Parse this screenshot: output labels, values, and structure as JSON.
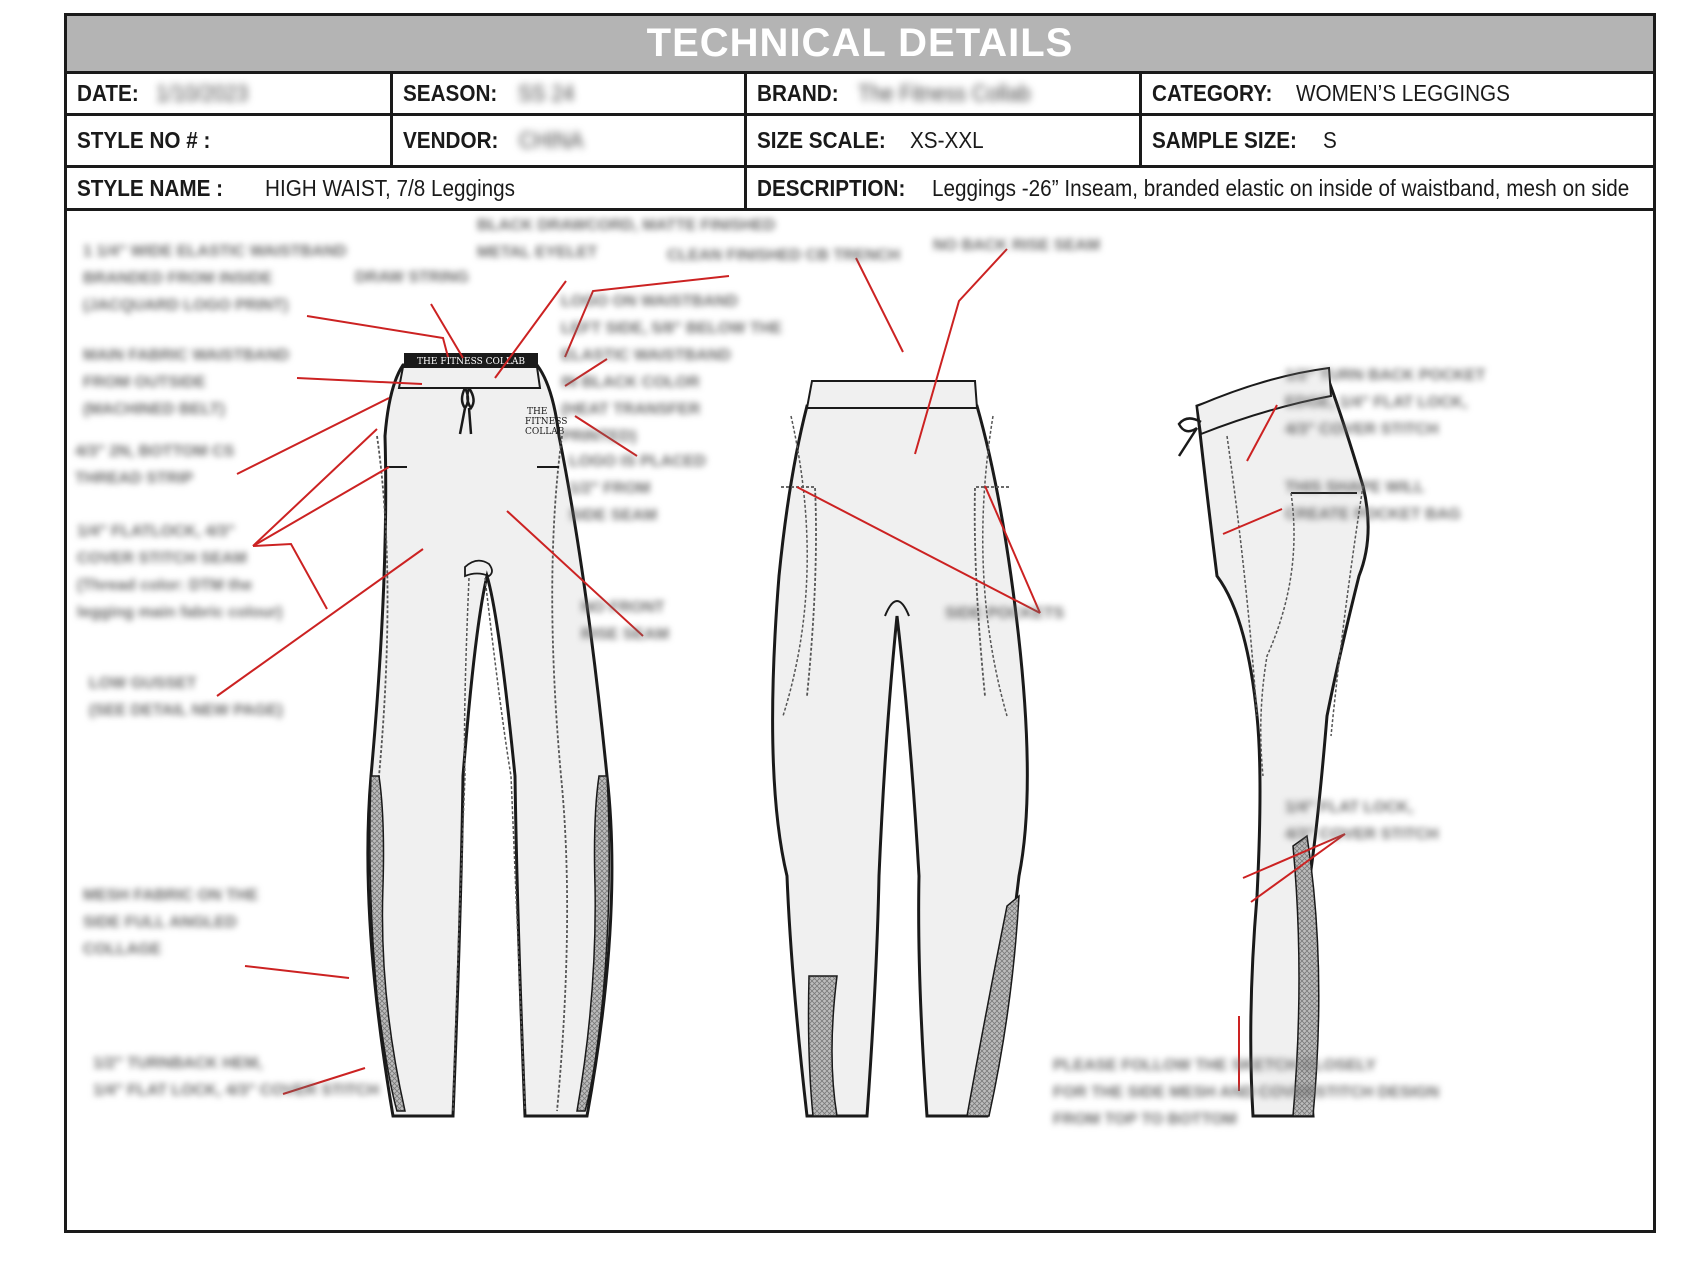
{
  "header": {
    "title": "TECHNICAL DETAILS"
  },
  "fields": {
    "date": {
      "label": "DATE:",
      "value": "1/10/2023"
    },
    "season": {
      "label": "SEASON:",
      "value": "SS 24"
    },
    "brand": {
      "label": "BRAND:",
      "value": "The Fitness Collab"
    },
    "category": {
      "label": "CATEGORY:",
      "value": "WOMEN’S LEGGINGS"
    },
    "style_no": {
      "label": "STYLE NO # :",
      "value": ""
    },
    "vendor": {
      "label": "VENDOR:",
      "value": "CHINA"
    },
    "size_scale": {
      "label": "SIZE SCALE:",
      "value": "XS-XXL"
    },
    "sample_size": {
      "label": "SAMPLE SIZE:",
      "value": "S"
    },
    "style_name": {
      "label": "STYLE NAME :",
      "value": "HIGH WAIST, 7/8 Leggings"
    },
    "description": {
      "label": "DESCRIPTION:",
      "value": "Leggings -26” Inseam, branded elastic on inside of waistband, mesh on side"
    }
  },
  "logo": {
    "line1": "THE",
    "line2": "FITNESS",
    "line3": "COLLAB",
    "band_text": "THE FITNESS COLLAB"
  },
  "callouts": {
    "c1": "1 1/4\" WIDE ELASTIC WAISTBAND\nBRANDED FROM INSIDE\n(JACQUARD LOGO PRINT)",
    "c2": "DRAW STRING",
    "c3": "BLACK DRAWCORD, MATTE FINISHED\nMETAL EYELET",
    "c4": "CLEAN FINISHED CB TRENCH",
    "c5": "NO BACK RISE SEAM",
    "c6": "MAIN FABRIC WAISTBAND\nFROM OUTSIDE\n(MACHINED BELT)",
    "c7": "LOGO ON WAISTBAND\nLEFT SIDE, 5/8\" BELOW THE\nELASTIC WAISTBAND\nIN BLACK COLOR\n(HEAT TRANSFER\nPRINTED)",
    "c8": "4/3\" 2N, BOTTOM CS\nTHREAD STRIP",
    "c9": "LOGO IS PLACED\n1/2\" FROM\nSIDE SEAM",
    "c10": "1/4\" FLATLOCK, 4/3\"\nCOVER STITCH SEAM\n(Thread color: DTM the\nlegging main fabric colour)",
    "c11": "NO FRONT\nRISE SEAM",
    "c12": "SIDE POCKETS",
    "c13": "1/2\" TURN BACK POCKET\nEDGE, 1/4\" FLAT LOCK,\n4/3\" COVER STITCH",
    "c14": "THIS SHAPE WILL\nCREATE POCKET BAG",
    "c15": "LOW GUSSET\n(SEE DETAIL NEW PAGE)",
    "c16": "1/4\" FLAT LOCK,\n4/3\" COVER STITCH",
    "c17": "MESH FABRIC ON THE\nSIDE FULL ANGLED\nCOLLAGE",
    "c18": "1/2\" TURNBACK HEM,\n1/4\" FLAT LOCK, 4/3\" COVER STITCH",
    "c19": "PLEASE FOLLOW THE SKETCH CLOSELY\nFOR THE SIDE MESH AND COVERSTITCH DESIGN\nFROM TOP TO BOTTOM"
  },
  "colors": {
    "leader_line": "#cc2222",
    "outline": "#1a1a1a",
    "garment_fill": "#f0f0f0",
    "header_bg": "#b4b4b4"
  }
}
